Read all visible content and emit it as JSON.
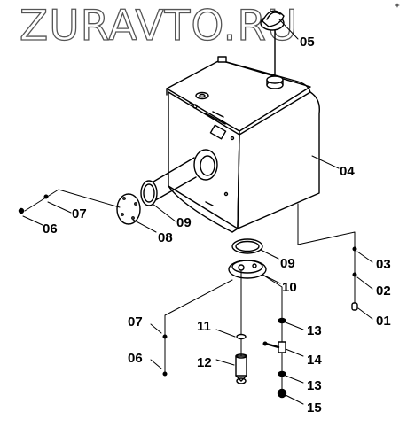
{
  "watermark": "ZURAVTO.RU",
  "callouts": {
    "c01": "01",
    "c02": "02",
    "c03": "03",
    "c04": "04",
    "c05": "05",
    "c06_left": "06",
    "c07_left": "07",
    "c08": "08",
    "c09_left": "09",
    "c09_right": "09",
    "c10": "10",
    "c07_bottom": "07",
    "c06_bottom": "06",
    "c11": "11",
    "c12": "12",
    "c13_upper": "13",
    "c14": "14",
    "c13_lower": "13",
    "c15": "15"
  }
}
